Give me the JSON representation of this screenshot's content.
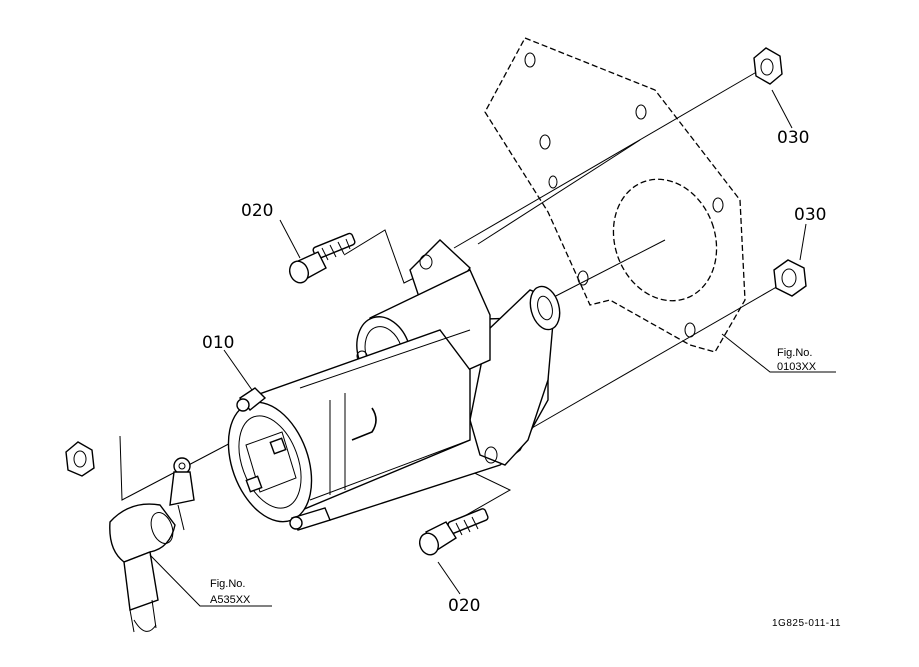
{
  "callouts": {
    "bolt_upper": "020",
    "bolt_lower": "020",
    "nut_top": "030",
    "nut_mid": "030",
    "starter": "010"
  },
  "references": {
    "plate_line1": "Fig.No.",
    "plate_line2": "0103XX",
    "cable_line1": "Fig.No.",
    "cable_line2": "A535XX"
  },
  "drawing_code": "1G825-011-11"
}
